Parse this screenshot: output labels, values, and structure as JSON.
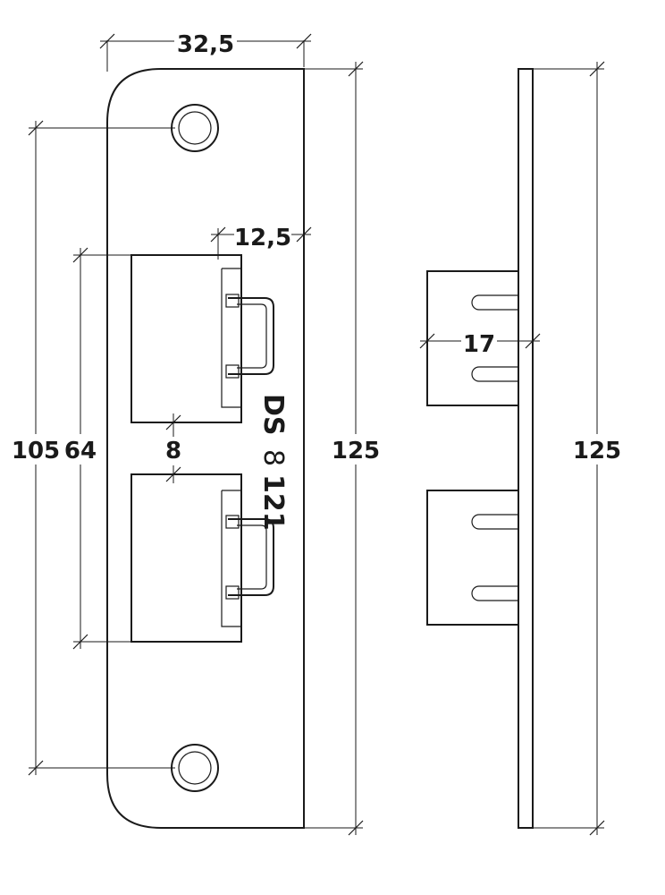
{
  "dimensions": {
    "plate_width": "32,5",
    "keeper_depth": "12,5",
    "hole_spacing": "105",
    "opening_span": "64",
    "gap": "8",
    "front_height": "125",
    "side_depth": "17",
    "side_height": "125"
  },
  "marking": {
    "brand": "DS",
    "model_a": "8",
    "model_b": "121"
  }
}
